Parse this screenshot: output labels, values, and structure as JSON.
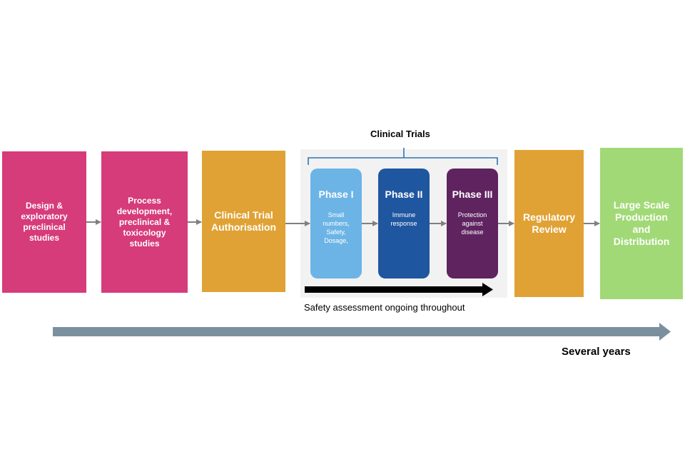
{
  "clinical_trials": {
    "title": "Clinical Trials"
  },
  "stages": {
    "design": "Design & exploratory preclinical studies",
    "process": "Process development, preclinical & toxicology studies",
    "authorisation": "Clinical Trial Authorisation",
    "regulatory": "Regulatory Review",
    "production": "Large Scale Production and Distribution"
  },
  "phases": [
    {
      "title": "Phase I",
      "desc": "Small numbers, Safety, Dosage,"
    },
    {
      "title": "Phase II",
      "desc": "Immune response"
    },
    {
      "title": "Phase III",
      "desc": "Protection against disease"
    }
  ],
  "safety_note": "Safety assessment ongoing throughout",
  "timeline_label": "Several years",
  "colors": {
    "pink": "#d63b7a",
    "orange": "#e0a234",
    "green": "#a1d977",
    "phase1": "#6cb4e6",
    "phase2": "#1f56a0",
    "phase3": "#5f2360",
    "bracket": "#2e75b6",
    "timeline": "#7a909e",
    "connector": "#808080"
  }
}
